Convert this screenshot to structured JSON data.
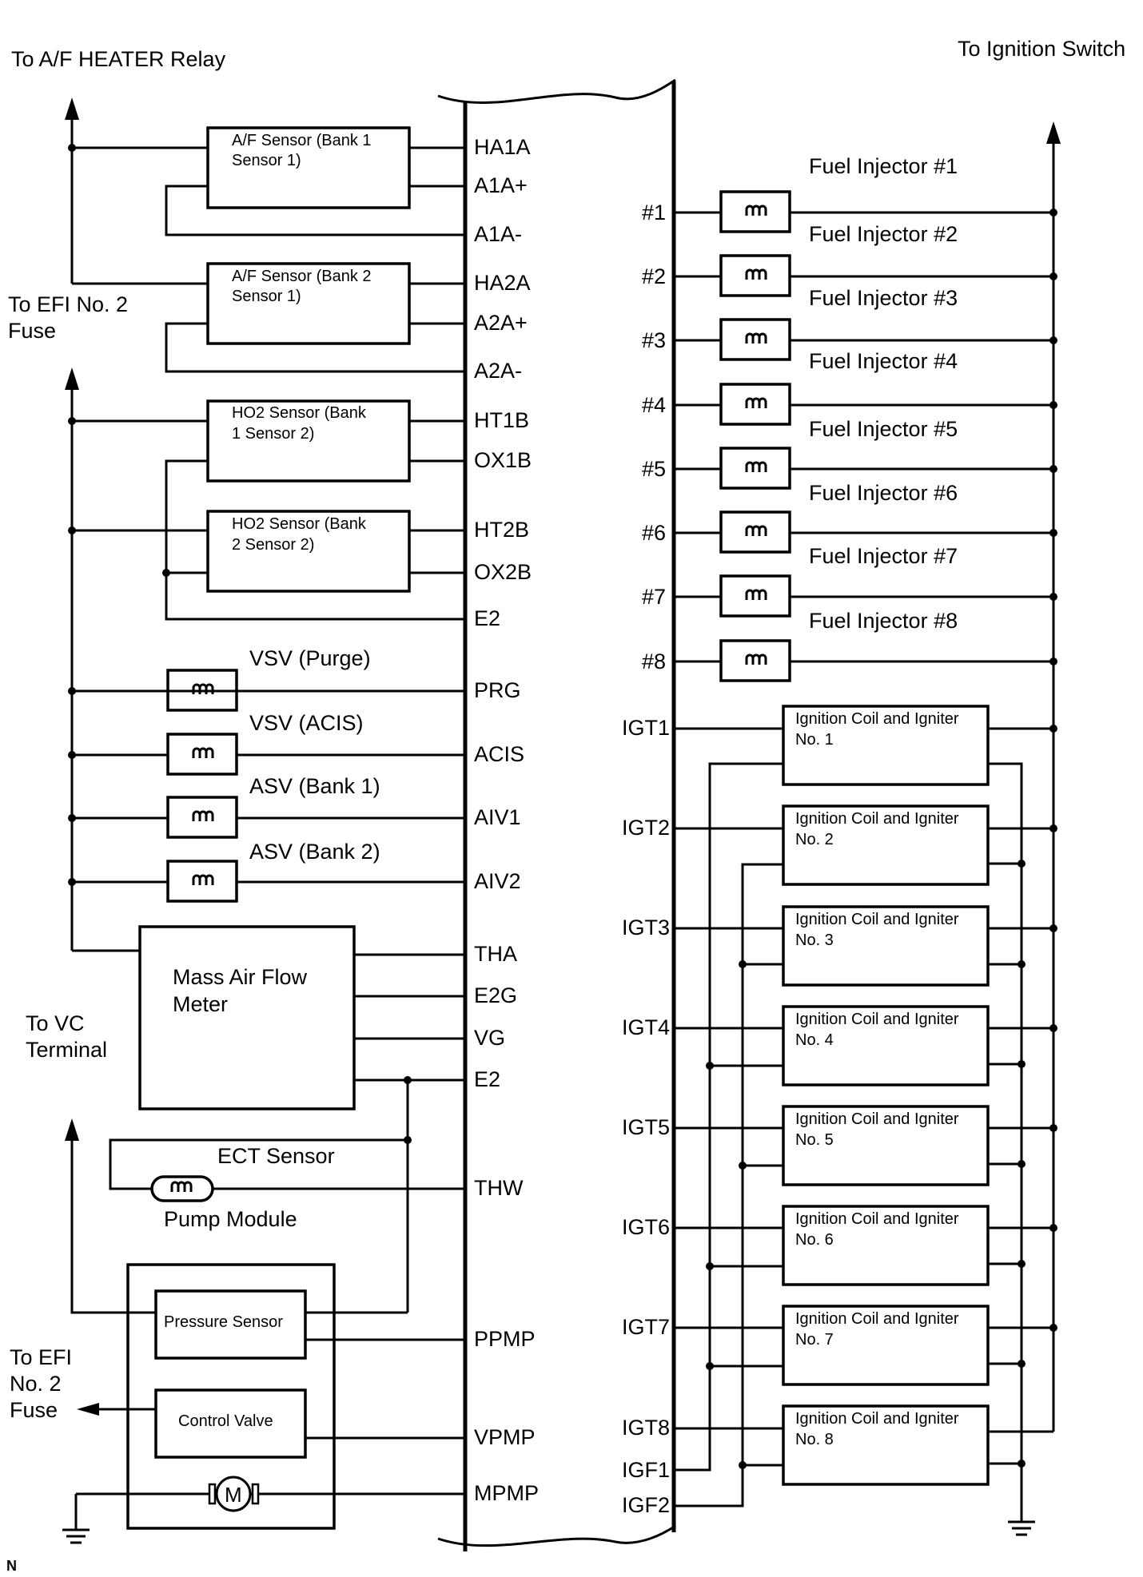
{
  "labels": {
    "to_af_heater_relay": "To A/F HEATER Relay",
    "to_ignition_switch": "To Ignition Switch",
    "to_efi_no2_fuse": [
      "To EFI No. 2",
      "Fuse"
    ],
    "to_vc_terminal": [
      "To VC",
      "Terminal"
    ],
    "to_efi_no2_fuse_lower": [
      "To EFI",
      "No. 2",
      "Fuse"
    ],
    "corner_mark": "N"
  },
  "sensors": [
    {
      "lines": [
        "A/F Sensor (Bank 1",
        "Sensor 1)"
      ]
    },
    {
      "lines": [
        "A/F Sensor (Bank 2",
        "Sensor 1)"
      ]
    },
    {
      "lines": [
        "HO2 Sensor (Bank",
        "1 Sensor 2)"
      ]
    },
    {
      "lines": [
        "HO2 Sensor (Bank",
        "2 Sensor 2)"
      ]
    }
  ],
  "vsv_labels": [
    "VSV (Purge)",
    "VSV (ACIS)",
    "ASV (Bank 1)",
    "ASV (Bank 2)"
  ],
  "maf": {
    "lines": [
      "Mass Air Flow",
      "Meter"
    ]
  },
  "ect_sensor": "ECT Sensor",
  "pump_module": "Pump Module",
  "pressure_sensor": "Pressure Sensor",
  "control_valve": "Control Valve",
  "motor_symbol": "M",
  "left_pins": [
    "HA1A",
    "A1A+",
    "A1A-",
    "HA2A",
    "A2A+",
    "A2A-",
    "HT1B",
    "OX1B",
    "HT2B",
    "OX2B",
    "E2",
    "PRG",
    "ACIS",
    "AIV1",
    "AIV2",
    "THA",
    "E2G",
    "VG",
    "E2",
    "THW",
    "PPMP",
    "VPMP",
    "MPMP"
  ],
  "injector_pins": [
    "#1",
    "#2",
    "#3",
    "#4",
    "#5",
    "#6",
    "#7",
    "#8"
  ],
  "injector_labels": [
    "Fuel Injector #1",
    "Fuel Injector #2",
    "Fuel Injector #3",
    "Fuel Injector #4",
    "Fuel Injector #5",
    "Fuel Injector #6",
    "Fuel Injector #7",
    "Fuel Injector #8"
  ],
  "igt_pins": [
    "IGT1",
    "IGT2",
    "IGT3",
    "IGT4",
    "IGT5",
    "IGT6",
    "IGT7",
    "IGT8"
  ],
  "igf_pins": [
    "IGF1",
    "IGF2"
  ],
  "coils": [
    {
      "lines": [
        "Ignition Coil and Igniter",
        "No. 1"
      ]
    },
    {
      "lines": [
        "Ignition Coil and Igniter",
        "No. 2"
      ]
    },
    {
      "lines": [
        "Ignition Coil and Igniter",
        "No. 3"
      ]
    },
    {
      "lines": [
        "Ignition Coil and Igniter",
        "No. 4"
      ]
    },
    {
      "lines": [
        "Ignition Coil and Igniter",
        "No. 5"
      ]
    },
    {
      "lines": [
        "Ignition Coil and Igniter",
        "No. 6"
      ]
    },
    {
      "lines": [
        "Ignition Coil and Igniter",
        "No. 7"
      ]
    },
    {
      "lines": [
        "Ignition Coil and Igniter",
        "No. 8"
      ]
    }
  ]
}
